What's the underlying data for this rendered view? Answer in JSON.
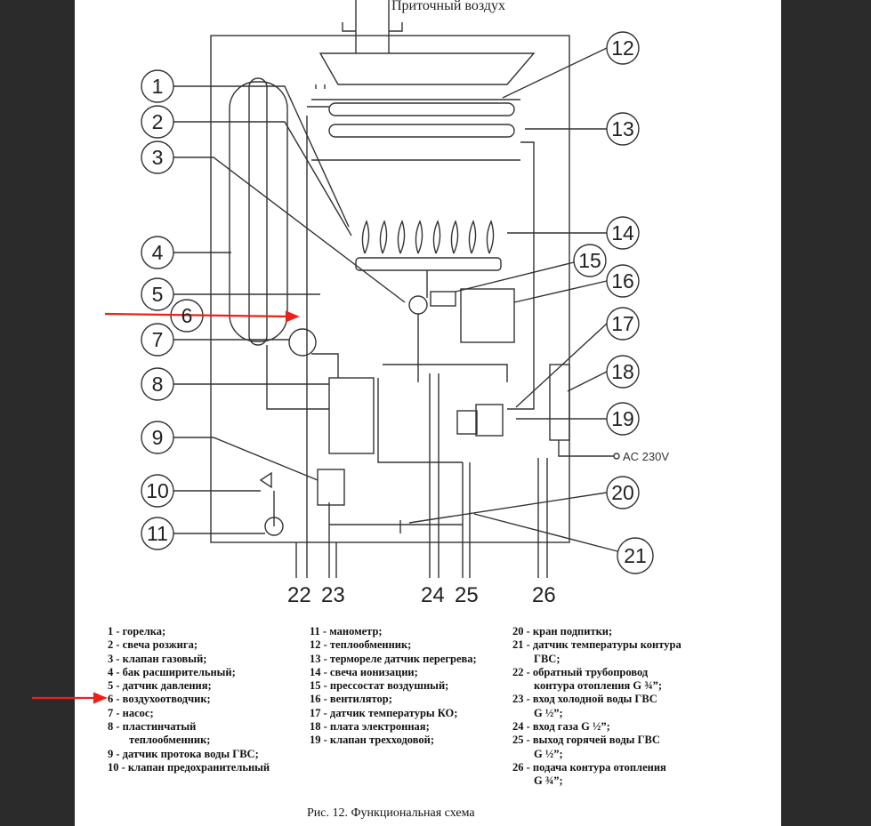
{
  "diagram": {
    "top_label": "Приточный воздух",
    "ac_label": "AC 230V",
    "callouts": [
      "1",
      "2",
      "3",
      "4",
      "5",
      "6",
      "7",
      "8",
      "9",
      "10",
      "11",
      "12",
      "13",
      "14",
      "15",
      "16",
      "17",
      "18",
      "19",
      "20",
      "21"
    ],
    "bottom_numbers": [
      "22",
      "23",
      "24",
      "25",
      "26"
    ],
    "accent_color": "#e8231c"
  },
  "legend": {
    "col1": [
      "1 -   горелка;",
      "2 -   свеча розжига;",
      "3 -   клапан газовый;",
      "4 -   бак расширительный;",
      "5 -   датчик давления;",
      "6 -   воздухоотводчик;",
      "7 -   насос;",
      "8 -   пластинчатый",
      "      теплообменник;",
      "9 -   датчик протока воды ГВС;",
      "10 - клапан предохранительный"
    ],
    "col2": [
      "11 - манометр;",
      "12 - теплообменник;",
      "13 - термореле датчик перегрева;",
      "14 - свеча ионизации;",
      "15 - прессостат воздушный;",
      "16 - вентилятор;",
      "17 - датчик температуры КО;",
      "18 - плата электронная;",
      "19 - клапан трехходовой;"
    ],
    "col3": [
      "20 - кран подпитки;",
      "21 - датчик температуры контура",
      "       ГВС;",
      "22 - обратный трубопровод",
      "       контура отопления G ¾”;",
      "23 - вход холодной воды ГВС",
      "       G ½”;",
      "24 - вход газа G ½”;",
      "25 - выход горячей воды ГВС",
      "       G ½”;",
      "26 - подача контура отопления",
      "       G ¾”;"
    ]
  },
  "caption": "Рис. 12. Функциональная схема"
}
